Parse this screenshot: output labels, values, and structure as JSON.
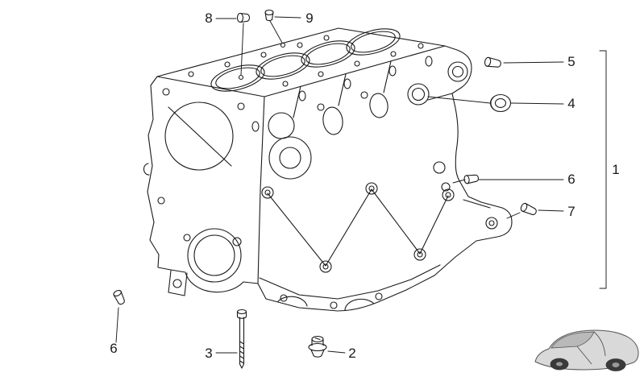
{
  "figure": {
    "kind": "exploded-parts-diagram",
    "background": "#ffffff",
    "line_color": "#1a1a1a",
    "car_body_color": "#d9d9d9",
    "car_glass_color": "#b9b9b9",
    "car_wheel_color": "#3a3a3a"
  },
  "callouts": [
    {
      "label": "8"
    },
    {
      "label": "9"
    },
    {
      "label": "5"
    },
    {
      "label": "4"
    },
    {
      "label": "1"
    },
    {
      "label": "6"
    },
    {
      "label": "7"
    },
    {
      "label": "6"
    },
    {
      "label": "3"
    },
    {
      "label": "2"
    }
  ],
  "icons": {
    "vehicle": "car-silhouette-icon",
    "part_icons": [
      "plug-icon",
      "dowel-pin-icon",
      "plug-icon",
      "bushing-ring-icon",
      "plug-icon",
      "plug-icon",
      "plug-icon",
      "bolt-icon",
      "sealing-cap-icon"
    ]
  }
}
